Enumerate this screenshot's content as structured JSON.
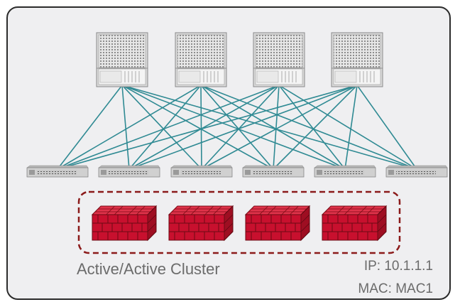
{
  "cluster": {
    "label": "Active/Active Cluster",
    "ip": "IP: 10.1.1.1",
    "mac": "MAC: MAC1"
  },
  "colors": {
    "background": "#efeff1",
    "frame_border": "#2b2b2b",
    "link": "#2f8a93",
    "firewall_red": "#c8102e",
    "cluster_border": "#8b1a1a",
    "text": "#6b6b6b"
  },
  "icons": {
    "spine": "chassis-switch-icon",
    "leaf": "top-of-rack-switch-icon",
    "firewall": "firewall-brick-icon"
  },
  "topology": {
    "spine_count": 4,
    "leaf_count": 6,
    "firewall_count": 4,
    "full_mesh": true
  }
}
